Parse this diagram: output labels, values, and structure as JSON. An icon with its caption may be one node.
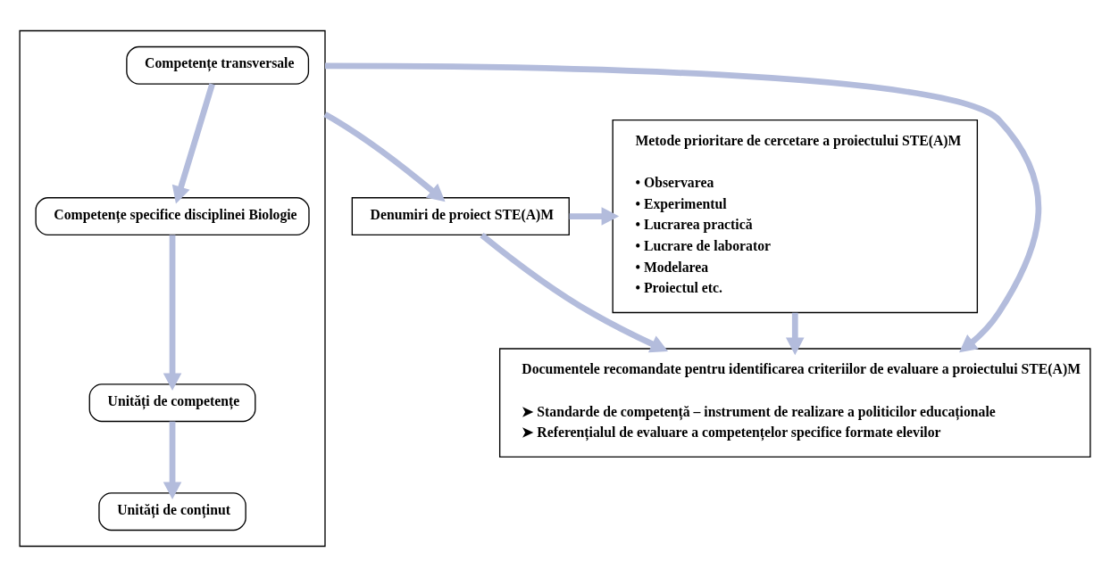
{
  "diagram": {
    "nodes": [
      {
        "text": [],
        "shape": "box"
      },
      {
        "text": [
          "Competențe transversale"
        ],
        "in": 0
      },
      {
        "text": [
          "Competențe specifice disciplinei Biologie"
        ],
        "in": 0
      },
      {
        "text": [
          "Unități de competențe"
        ],
        "in": 0
      },
      {
        "text": [
          "Unități de conținut"
        ],
        "in": 0
      },
      {
        "text": [
          "Denumiri de proiect STE(A)M"
        ]
      },
      {
        "text": [
          "Metode prioritare de cercetare a proiectului STE(A)M",
          "• Observarea",
          "• Experimentul",
          "• Lucrarea practică",
          "• Lucrare de laborator",
          "• Modelarea",
          "• Proiectul etc."
        ]
      },
      {
        "text": [
          "Documentele recomandate pentru identificarea criteriilor de evaluare a proiectului STE(A)M",
          "➤ Standarde de competență – instrument de realizare a politicilor educaționale",
          "➤ Referențialul de evaluare a competențelor specifice formate elevilor"
        ]
      }
    ],
    "edges": [
      {
        "from": 1,
        "to": 2,
        "arrow": "to"
      },
      {
        "from": 2,
        "to": 3,
        "arrow": "to"
      },
      {
        "from": 3,
        "to": 4,
        "arrow": "to"
      },
      {
        "from": 0,
        "to": 5,
        "arrow": "to"
      },
      {
        "from": 5,
        "to": 6,
        "arrow": "to"
      },
      {
        "from": 0,
        "to": 7,
        "arrow": "to"
      },
      {
        "from": 5,
        "to": 7,
        "arrow": "to"
      },
      {
        "from": 6,
        "to": 7,
        "arrow": "to"
      }
    ]
  }
}
